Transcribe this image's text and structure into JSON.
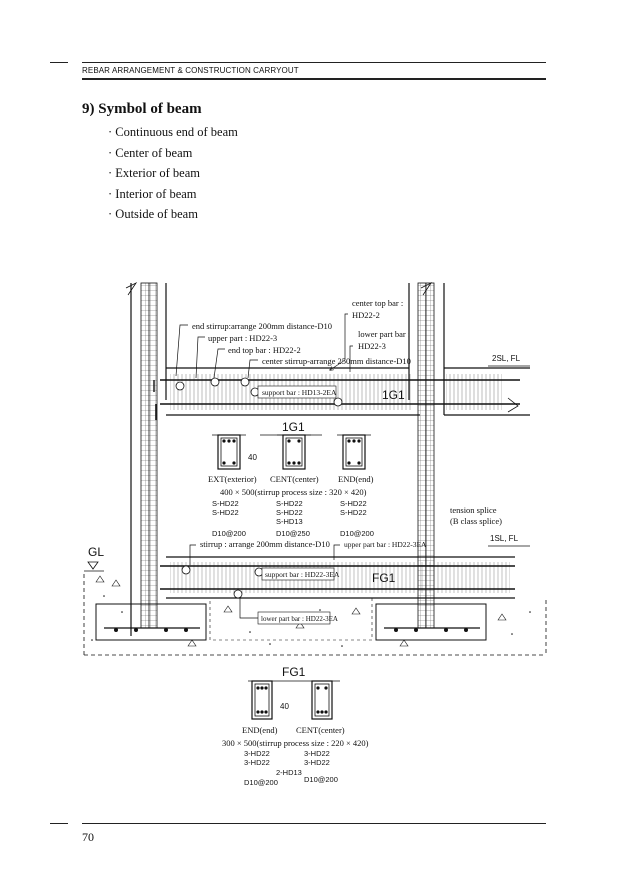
{
  "header": {
    "running_title": "REBAR ARRANGEMENT & CONSTRUCTION CARRYOUT"
  },
  "section": {
    "title": "9) Symbol of beam",
    "bullets": [
      "Continuous end of beam",
      "Center of beam",
      "Exterior of beam",
      "Interior of beam",
      "Outside of beam"
    ]
  },
  "drawing": {
    "labels": {
      "center_top_bar_1": "center top bar :",
      "center_top_bar_2": "HD22-2",
      "lower_part_bar_1": "lower part bar :",
      "lower_part_bar_2": "HD22-3",
      "end_stirrup": "end stirrup:arrange 200mm distance-D10",
      "upper_part": "upper part : HD22-3",
      "end_top_bar": "end top bar : HD22-2",
      "center_stirrup": "center stirrup-arrange 250mm distance-D10",
      "sl2": "2SL, FL",
      "sl1": "1SL, FL",
      "support_bar_upper": "support bar : HD13-2EA",
      "beam_1g1": "1G1",
      "section_title_1g1": "1G1",
      "cover_40_a": "40",
      "ext": "EXT(exterior)",
      "cent": "CENT(center)",
      "end": "END(end)",
      "size_1g1": "400 × 500(stirrup process size : 320 × 420)",
      "ext_bars": [
        "S-HD22",
        "S-HD22",
        "",
        "D10@200"
      ],
      "cent_bars": [
        "S-HD22",
        "S-HD22",
        "S-HD13",
        "D10@250"
      ],
      "end_bars": [
        "S-HD22",
        "S-HD22",
        "",
        "D10@200"
      ],
      "tension_splice_1": "tension splice",
      "tension_splice_2": "(B class splice)",
      "stirrup_arrange": "stirrup : arrange 200mm distance-D10",
      "upper_part_bar": "upper part bar : HD22-3EA",
      "gl": "GL",
      "support_bar_lower": "support bar : HD22-3EA",
      "beam_fg1": "FG1",
      "lower_part_bar_box": "lower part bar : HD22-3EA",
      "section_title_fg1": "FG1",
      "cover_40_b": "40",
      "fg_end": "END(end)",
      "fg_cent": "CENT(center)",
      "size_fg1": "300 × 500(stirrup process size : 220 × 420)",
      "fg_end_bars": [
        "3-HD22",
        "3-HD22"
      ],
      "fg_cent_bars": [
        "3-HD22",
        "3-HD22"
      ],
      "fg_mid_bar": "2-HD13",
      "fg_end_stirrup": "D10@200",
      "fg_cent_stirrup": "D10@200"
    }
  },
  "footer": {
    "page_number": "70"
  }
}
